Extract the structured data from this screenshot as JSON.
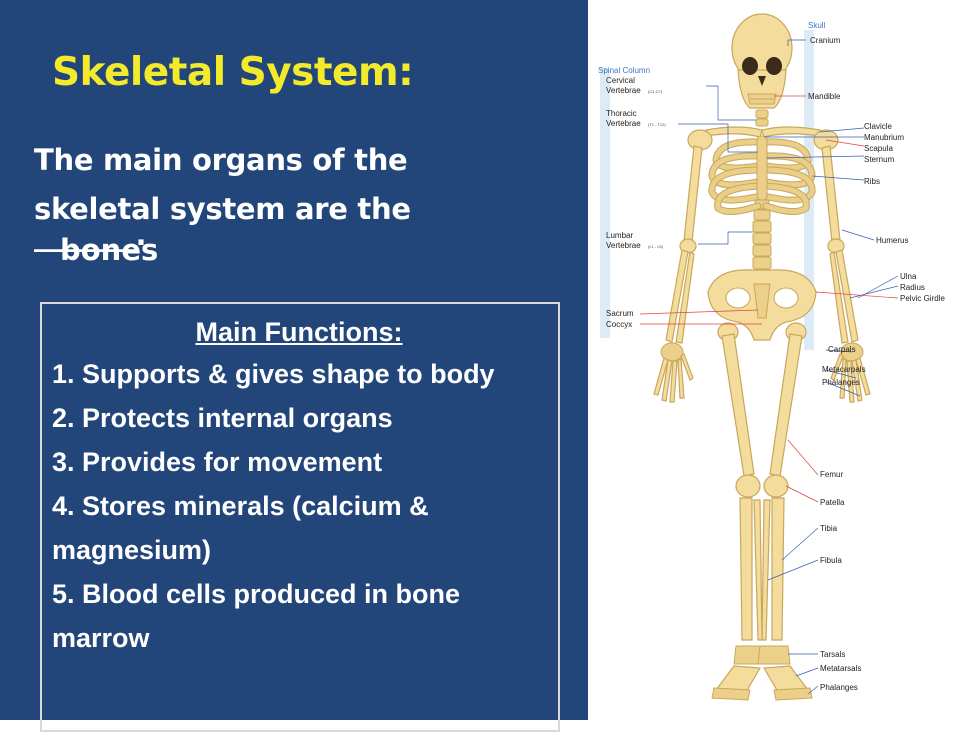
{
  "slide": {
    "title": "Skeletal System:",
    "intro_text": "The main organs of the skeletal system are the",
    "blank": "_______.",
    "answer": "bones",
    "functions_heading": "Main Functions:",
    "functions": [
      "1. Supports & gives shape to  body",
      "2. Protects internal organs",
      "3. Provides for movement",
      "4. Stores minerals (calcium & magnesium)",
      "5. Blood cells produced in bone marrow"
    ]
  },
  "diagram": {
    "labels": {
      "skull": "Skull",
      "cranium": "Cranium",
      "mandible": "Mandible",
      "spinal_column": "Spinal Column",
      "cervical": "Cervical",
      "cervical_vertebrae": "Vertebrae",
      "cervical_range": "(C1-C7)",
      "thoracic": "Thoracic",
      "thoracic_vertebrae": "Vertebrae",
      "thoracic_range": "(T1 - T12)",
      "clavicle": "Clavicle",
      "manubrium": "Manubrium",
      "scapula": "Scapula",
      "sternum": "Sternum",
      "ribs": "Ribs",
      "lumbar": "Lumbar",
      "lumbar_vertebrae": "Vertebrae",
      "lumbar_range": "(L1 - L5)",
      "humerus": "Humerus",
      "ulna": "Ulna",
      "radius": "Radius",
      "pelvic_girdle": "Pelvic Girdle",
      "sacrum": "Sacrum",
      "coccyx": "Coccyx",
      "carpals": "Carpals",
      "metacarpals": "Metacarpals",
      "phalanges_hand": "Phalanges",
      "femur": "Femur",
      "patella": "Patella",
      "tibia": "Tibia",
      "fibula": "Fibula",
      "tarsals": "Tarsals",
      "metatarsals": "Metatarsals",
      "phalanges_foot": "Phalanges"
    },
    "colors": {
      "bone": "#f3dc9c",
      "bone_outline": "#c9a75d",
      "label_line": "#3a5fb0",
      "marker_line": "#e0443f",
      "section_heading": "#3a78c8"
    }
  }
}
